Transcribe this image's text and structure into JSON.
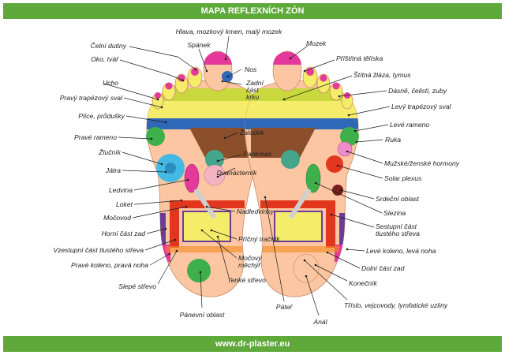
{
  "title": "MAPA REFLEXNÍCH ZÓN",
  "footer": "www.dr-plaster.eu",
  "colors": {
    "brand_green": "#5fa83a",
    "skin": "#fbc6a1",
    "yellow": "#f5ec6a",
    "lime": "#c8d83d",
    "blue": "#2f67b9",
    "magenta": "#e4399a",
    "pink": "#f08ccc",
    "cyan": "#43b9e3",
    "red": "#e2361f",
    "orange": "#f58a1f",
    "purple": "#6a3b97",
    "brown": "#8c4f2b",
    "green": "#3db04b"
  },
  "left_foot": {
    "labels": {
      "celni_dutiny": "Čelní dutiny",
      "hlava": "Hlava, mozkový kmen, malý mozek",
      "spanek": "Spánek",
      "oko_tvar": "Oko, tvář",
      "nos": "Nos",
      "ucho": "Ucho",
      "zadni_cast_krku": [
        "Zadní",
        "část",
        "krku"
      ],
      "pravy_trapezovy_sval": "Pravý trapézový sval",
      "plice": "Plíce, průdušky",
      "zaludek": "Žaludek",
      "prave_rameno": "Pravé rameno",
      "zlucnik": "Žlučník",
      "pankreas": "Pankreas",
      "jatra": "Játra",
      "dvanactornik": "Dvanácterník",
      "ledvina": "Ledvina",
      "loket": "Loket",
      "nadledvinky": "Nadledvinky",
      "mocovod": "Močovod",
      "horni_cast_zad": "Horní část zad",
      "pricny_tracnik": "Příčný tračník",
      "vzestupni": "Vzestupní část tlustého střeva",
      "mocovy_mechyr": [
        "Močový",
        "měchýř"
      ],
      "prave_koleno": "Pravé koleno, pravá noha",
      "tenke_strevo": "Tenké střevo",
      "slepe_strevo": "Slepé střevo",
      "panevni_oblast": "Pánevní oblast"
    }
  },
  "right_foot": {
    "labels": {
      "mozek": "Mozek",
      "pristitna": "Příštítná tělíska",
      "stitna": "Štítná žláza, tymus",
      "dasne": "Dásně, čelisti, zuby",
      "levy_trapezovy_sval": "Levý trapézový sval",
      "leve_rameno": "Levé rameno",
      "ruka": "Ruka",
      "muzske": "Mužské/ženské hormony",
      "solar": "Solar plexus",
      "srdecni": "Srdeční oblast",
      "slezina": "Slezina",
      "sestupni": [
        "Sestupní část",
        "tlustého střeva"
      ],
      "leve_koleno": "Levé koleno, levá noha",
      "dolni_cast_zad": "Dolní část zad",
      "konecnik": "Konečník",
      "trislo": "Tříslo, vejcovody, lymfatické uzliny",
      "pater": "Páteř",
      "anal": "Anál"
    }
  }
}
